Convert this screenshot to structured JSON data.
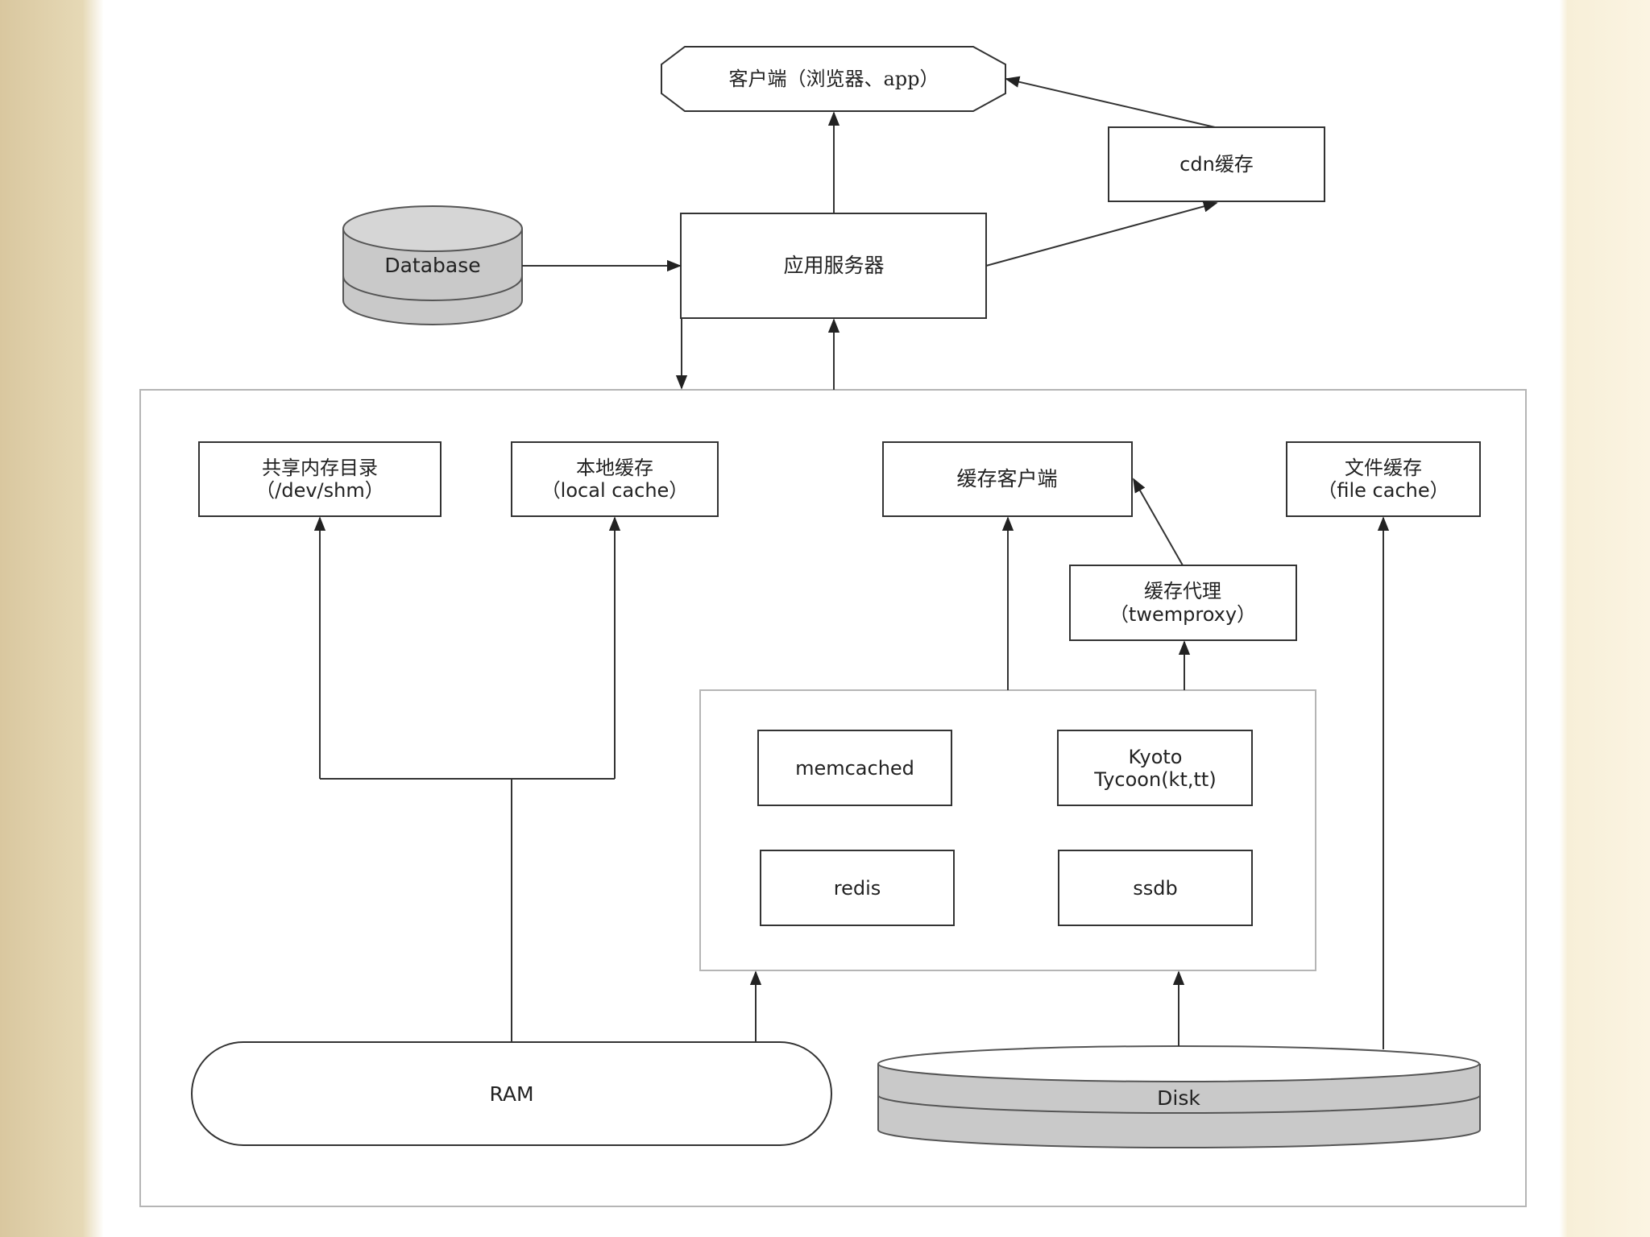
{
  "colors": {
    "line": "#333333",
    "panel_border": "#b5b5b5",
    "cylinder_fill": "#c9c9c9",
    "cylinder_top": "#d6d6d6"
  },
  "nodes": {
    "client": "客户端（浏览器、app）",
    "cdn": "cdn缓存",
    "database": "Database",
    "app_server": "应用服务器",
    "shm": [
      "共享内存目录",
      "（/dev/shm）"
    ],
    "local_cache": [
      "本地缓存",
      "（local cache）"
    ],
    "cache_client": "缓存客户端",
    "file_cache": [
      "文件缓存",
      "（file cache）"
    ],
    "cache_proxy": [
      "缓存代理",
      "（twemproxy）"
    ],
    "memcached": "memcached",
    "kyoto": [
      "Kyoto",
      "Tycoon(kt,tt)"
    ],
    "redis": "redis",
    "ssdb": "ssdb",
    "ram": "RAM",
    "disk": "Disk"
  }
}
